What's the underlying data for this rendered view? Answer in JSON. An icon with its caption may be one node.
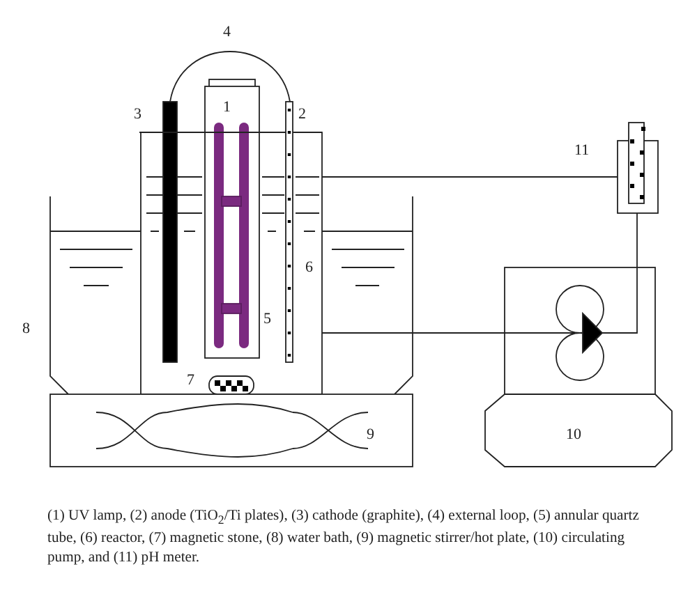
{
  "diagram": {
    "caption": "(1) UV lamp, (2) anode (TiO$_{2}$/Ti plates), (3) cathode (graphite), (4) external loop, (5) annular quartz tube, (6) reactor, (7) magnetic stone, (8) water bath, (9) magnetic stirrer/hot plate, (10) circulating pump, and (11) pH meter.",
    "labels": [
      "4",
      "1",
      "3",
      "2",
      "11",
      "6",
      "5",
      "8",
      "7",
      "9",
      "10"
    ]
  }
}
